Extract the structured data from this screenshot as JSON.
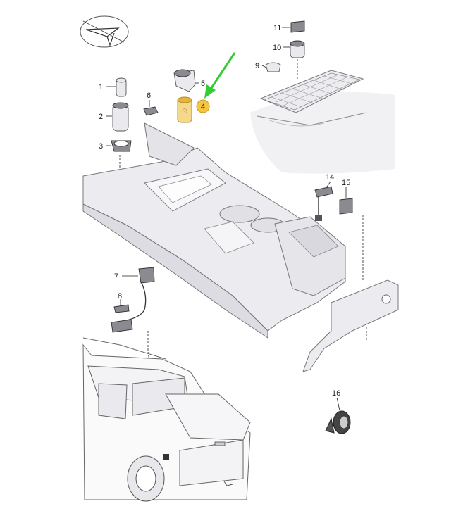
{
  "callouts": [
    {
      "id": "1",
      "label": "1"
    },
    {
      "id": "2",
      "label": "2"
    },
    {
      "id": "3",
      "label": "3"
    },
    {
      "id": "4",
      "label": "4"
    },
    {
      "id": "5",
      "label": "5"
    },
    {
      "id": "6",
      "label": "6"
    },
    {
      "id": "7",
      "label": "7"
    },
    {
      "id": "8",
      "label": "8"
    },
    {
      "id": "9",
      "label": "9"
    },
    {
      "id": "10",
      "label": "10"
    },
    {
      "id": "11",
      "label": "11"
    },
    {
      "id": "14",
      "label": "14"
    },
    {
      "id": "15",
      "label": "15"
    },
    {
      "id": "16",
      "label": "16"
    }
  ],
  "highlight": {
    "part": "4",
    "color": "#f5c542",
    "arrow_color": "#33cc33"
  },
  "colors": {
    "part_fill": "#e9e9ee",
    "console_fill": "#ececf0",
    "line": "#555555"
  }
}
